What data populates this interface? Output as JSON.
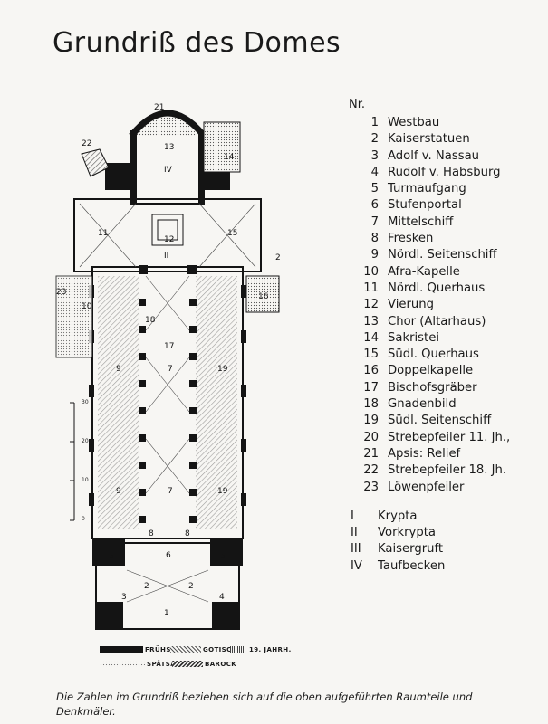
{
  "title": "Grundriß des Domes",
  "legend_header": "Nr.",
  "items": [
    {
      "num": "1",
      "label": "Westbau"
    },
    {
      "num": "2",
      "label": "Kaiserstatuen"
    },
    {
      "num": "3",
      "label": "Adolf v. Nassau"
    },
    {
      "num": "4",
      "label": "Rudolf v. Habsburg"
    },
    {
      "num": "5",
      "label": "Turmaufgang"
    },
    {
      "num": "6",
      "label": "Stufenportal"
    },
    {
      "num": "7",
      "label": "Mittelschiff"
    },
    {
      "num": "8",
      "label": "Fresken"
    },
    {
      "num": "9",
      "label": "Nördl. Seitenschiff"
    },
    {
      "num": "10",
      "label": "Afra-Kapelle"
    },
    {
      "num": "11",
      "label": "Nördl. Querhaus"
    },
    {
      "num": "12",
      "label": "Vierung"
    },
    {
      "num": "13",
      "label": "Chor (Altarhaus)"
    },
    {
      "num": "14",
      "label": "Sakristei"
    },
    {
      "num": "15",
      "label": "Südl. Querhaus"
    },
    {
      "num": "16",
      "label": "Doppelkapelle"
    },
    {
      "num": "17",
      "label": "Bischofsgräber"
    },
    {
      "num": "18",
      "label": "Gnadenbild"
    },
    {
      "num": "19",
      "label": "Südl. Seitenschiff"
    },
    {
      "num": "20",
      "label": "Strebepfeiler 11. Jh.,"
    },
    {
      "num": "21",
      "label": "Apsis: Relief"
    },
    {
      "num": "22",
      "label": "Strebepfeiler 18. Jh."
    },
    {
      "num": "23",
      "label": "Löwenpfeiler"
    }
  ],
  "roman_items": [
    {
      "num": "I",
      "label": "Krypta"
    },
    {
      "num": "II",
      "label": "Vorkrypta"
    },
    {
      "num": "III",
      "label": "Kaisergruft"
    },
    {
      "num": "IV",
      "label": "Taufbecken"
    }
  ],
  "key": {
    "fruehsal": "FRÜHSAL",
    "gotisch": "GOTISCH",
    "jahrh19": "19. JAHRH.",
    "spaetsal": "SPÄTSAL",
    "barock": "BAROCK"
  },
  "scale_ticks": [
    "0",
    "10",
    "20",
    "30"
  ],
  "caption": "Die Zahlen im Grundriß beziehen sich auf die oben aufgeführten Raumteile und Denkmäler.",
  "colors": {
    "ink": "#141414",
    "paper": "#f7f6f3",
    "hatch": "#6b6b6b"
  }
}
